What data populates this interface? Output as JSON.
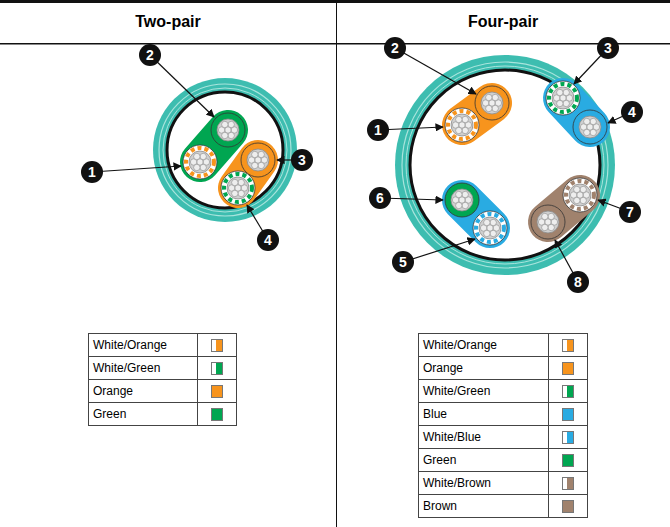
{
  "diagram": {
    "labels": [
      "Two-pair",
      "Four-pair",
      "1",
      "2",
      "3",
      "4",
      "1",
      "2",
      "3",
      "4",
      "5",
      "6",
      "7",
      "8"
    ],
    "legend": [
      {
        "text": "White/Orange"
      },
      {
        "text": "White/Green"
      },
      {
        "text": "Orange",
        "color": "#f7941d"
      },
      {
        "text": "Green",
        "color": "#00a651"
      },
      {
        "text": "White/Orange"
      },
      {
        "text": "Orange",
        "color": "#f7941d"
      },
      {
        "text": "White/Green"
      },
      {
        "text": "Blue",
        "color": "#29abe2"
      },
      {
        "text": "White/Blue"
      },
      {
        "text": "Green",
        "color": "#00a651"
      },
      {
        "text": "White/Brown"
      },
      {
        "text": "Brown",
        "color": "#a0826d"
      }
    ]
  }
}
